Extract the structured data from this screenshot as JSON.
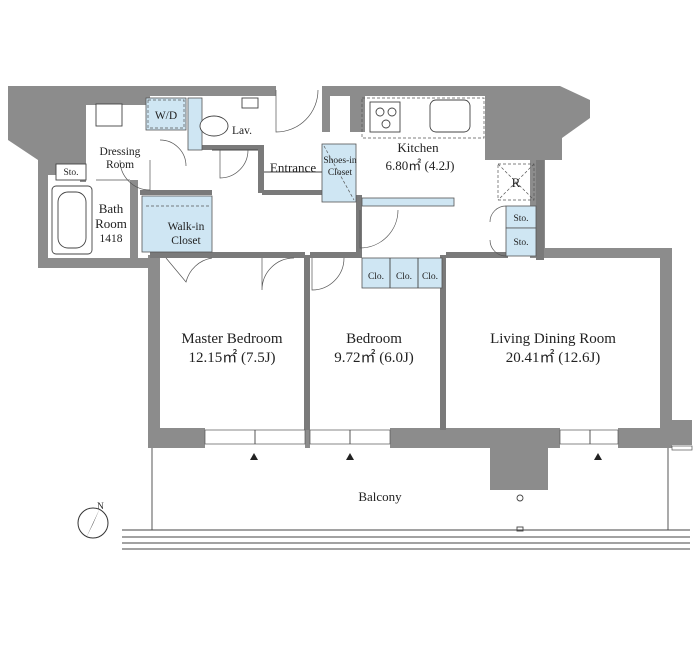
{
  "rooms": {
    "master_bedroom": {
      "name": "Master Bedroom",
      "area": "12.15㎡ (7.5J)"
    },
    "bedroom": {
      "name": "Bedroom",
      "area": "9.72㎡ (6.0J)"
    },
    "living_dining": {
      "name": "Living Dining Room",
      "area": "20.41㎡ (12.6J)"
    },
    "kitchen": {
      "name": "Kitchen",
      "area": "6.80㎡ (4.2J)"
    },
    "dressing_room": {
      "line1": "Dressing",
      "line2": "Room"
    },
    "bath_room": {
      "line1": "Bath",
      "line2": "Room",
      "size": "1418"
    },
    "walk_in_closet": {
      "line1": "Walk-in",
      "line2": "Closet"
    },
    "shoes_in_closet": {
      "line1": "Shoes-in",
      "line2": "Closet"
    },
    "entrance": "Entrance",
    "lav": "Lav.",
    "wd": "W/D",
    "balcony": "Balcony"
  },
  "storage": {
    "bath_sto": "Sto.",
    "hall_sto_upper": "Sto.",
    "hall_sto_lower": "Sto.",
    "clo": [
      "Clo.",
      "Clo.",
      "Clo."
    ],
    "refrigerator": "R"
  },
  "compass": {
    "label": "N"
  },
  "colors": {
    "wall": "#8c8c8c",
    "closet": "#cfe6f3",
    "line": "#444444",
    "text": "#222222"
  }
}
